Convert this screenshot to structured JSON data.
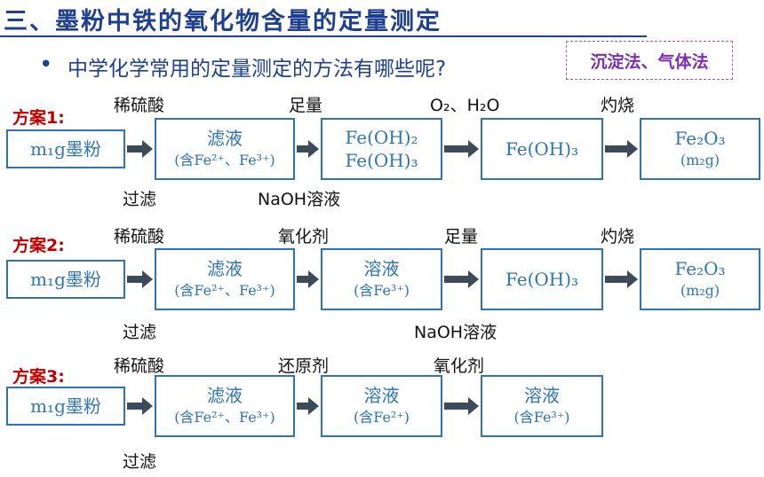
{
  "title": "三、墨粉中铁的氧化物含量的定量测定",
  "bullet": "中学化学常用的定量测定的方法有哪些呢?",
  "answer": "沉淀法、气体法",
  "schemes": [
    {
      "label": "方案1:",
      "notes_above": [
        "稀硫酸",
        "足量",
        "O₂、H₂O",
        "灼烧"
      ],
      "notes_below": [
        "过滤",
        "NaOH溶液"
      ],
      "boxes": [
        {
          "l1": "m₁g墨粉",
          "l2": ""
        },
        {
          "l1": "滤液",
          "l2": "(含Fe²⁺、Fe³⁺)"
        },
        {
          "l1": "Fe(OH)₂",
          "l2": "Fe(OH)₃"
        },
        {
          "l1": "Fe(OH)₃",
          "l2": ""
        },
        {
          "l1": "Fe₂O₃",
          "l2": "(m₂g)"
        }
      ]
    },
    {
      "label": "方案2:",
      "notes_above": [
        "稀硫酸",
        "氧化剂",
        "足量",
        "灼烧"
      ],
      "notes_below": [
        "过滤",
        "NaOH溶液"
      ],
      "boxes": [
        {
          "l1": "m₁g墨粉",
          "l2": ""
        },
        {
          "l1": "滤液",
          "l2": "(含Fe²⁺、Fe³⁺)"
        },
        {
          "l1": "溶液",
          "l2": "(含Fe³⁺)"
        },
        {
          "l1": "Fe(OH)₃",
          "l2": ""
        },
        {
          "l1": "Fe₂O₃",
          "l2": "(m₂g)"
        }
      ]
    },
    {
      "label": "方案3:",
      "notes_above": [
        "稀硫酸",
        "还原剂",
        "氧化剂"
      ],
      "notes_below": [
        "过滤"
      ],
      "boxes": [
        {
          "l1": "m₁g墨粉",
          "l2": ""
        },
        {
          "l1": "滤液",
          "l2": "(含Fe²⁺、Fe³⁺)"
        },
        {
          "l1": "溶液",
          "l2": "(含Fe²⁺)"
        },
        {
          "l1": "溶液",
          "l2": "(含Fe³⁺)"
        }
      ]
    }
  ]
}
